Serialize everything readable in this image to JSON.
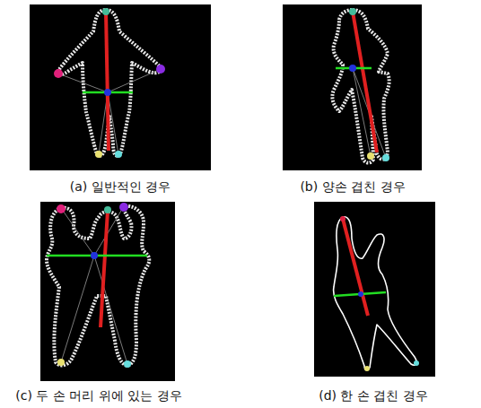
{
  "diagram": {
    "labels": [
      "(a) 일반적인 경우",
      "(b) 양손 겹친 경우",
      "(c) 두 손 머리 위에 있는 경우",
      "(d) 한 손 겹친 경우"
    ]
  }
}
